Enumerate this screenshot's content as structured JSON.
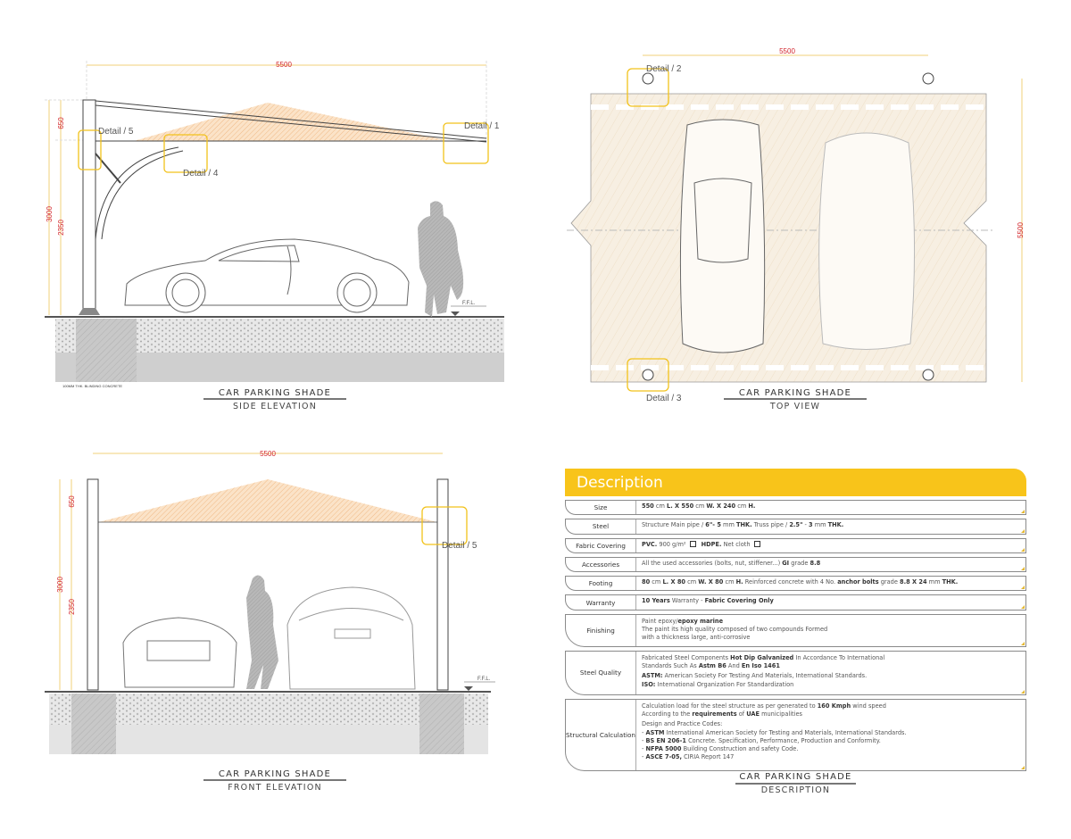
{
  "side_elevation": {
    "title": "CAR PARKING SHADE",
    "subtitle": "SIDE ELEVATION",
    "dims": {
      "width": "5500",
      "total_height": "3000",
      "upper": "650",
      "lower": "2350"
    },
    "details": [
      "Detail / 5",
      "Detail / 4",
      "Detail / 1"
    ],
    "ffl": "F.F.L.",
    "note": "100MM THK. BLINDING CONCRETE"
  },
  "top_view": {
    "title": "CAR PARKING SHADE",
    "subtitle": "TOP VIEW",
    "dims": {
      "width": "5500",
      "depth": "5500"
    },
    "details": [
      "Detail / 2",
      "Detail / 3"
    ]
  },
  "front_elevation": {
    "title": "CAR PARKING SHADE",
    "subtitle": "FRONT ELEVATION",
    "dims": {
      "width": "5500",
      "total_height": "3000",
      "upper": "650",
      "lower": "2350"
    },
    "detail": "Detail / 5",
    "ffl": "F.F.L."
  },
  "description": {
    "header": "Description",
    "title": "CAR PARKING SHADE",
    "subtitle": "DESCRIPTION",
    "accent_color": "#f8c41a",
    "rows": [
      {
        "label": "Size",
        "paras": [
          [
            {
              "t": "550",
              "b": true
            },
            {
              "t": " cm  "
            },
            {
              "t": "L. X 550",
              "b": true
            },
            {
              "t": " cm  "
            },
            {
              "t": "W. X 240",
              "b": true
            },
            {
              "t": " cm "
            },
            {
              "t": "H.",
              "b": true
            }
          ]
        ]
      },
      {
        "label": "Steel",
        "paras": [
          [
            {
              "t": "Structure Main pipe / "
            },
            {
              "t": "6\"- 5",
              "b": true
            },
            {
              "t": " mm "
            },
            {
              "t": "THK.",
              "b": true
            },
            {
              "t": "   Truss pipe / "
            },
            {
              "t": "2.5\"",
              "b": true
            },
            {
              "t": " - "
            },
            {
              "t": "3",
              "b": true
            },
            {
              "t": " mm "
            },
            {
              "t": "THK.",
              "b": true
            }
          ]
        ]
      },
      {
        "label": "Fabric Covering",
        "paras": [
          [
            {
              "t": "PVC.",
              "b": true
            },
            {
              "t": " 900 g/m²"
            },
            {
              "box": true
            },
            {
              "t": "     "
            },
            {
              "t": "HDPE.",
              "b": true
            },
            {
              "t": " Net cloth"
            },
            {
              "box": true
            }
          ]
        ]
      },
      {
        "label": "Accessories",
        "paras": [
          [
            {
              "t": "All the used accessories (bolts, nut, stiffener...) "
            },
            {
              "t": "GI",
              "b": true
            },
            {
              "t": " grade "
            },
            {
              "t": "8.8",
              "b": true
            }
          ]
        ]
      },
      {
        "label": "Footing",
        "paras": [
          [
            {
              "t": "80",
              "b": true
            },
            {
              "t": " cm "
            },
            {
              "t": "L. X 80",
              "b": true
            },
            {
              "t": " cm "
            },
            {
              "t": "W. X 80",
              "b": true
            },
            {
              "t": " cm "
            },
            {
              "t": "H.",
              "b": true
            },
            {
              "t": "  Reinforced concrete with 4 No. "
            },
            {
              "t": "anchor bolts",
              "b": true
            },
            {
              "t": " grade "
            },
            {
              "t": "8.8 X 24",
              "b": true
            },
            {
              "t": " mm "
            },
            {
              "t": "THK.",
              "b": true
            }
          ]
        ]
      },
      {
        "label": "Warranty",
        "paras": [
          [
            {
              "t": "10 Years",
              "b": true
            },
            {
              "t": " Warranty - "
            },
            {
              "t": "Fabric Covering Only",
              "b": true
            }
          ]
        ]
      },
      {
        "label": "Finishing",
        "paras": [
          [
            {
              "t": "Paint epoxy/"
            },
            {
              "t": "epoxy marine",
              "b": true
            },
            {
              "br": true
            },
            {
              "t": "The paint its high quality composed of two compounds Formed"
            },
            {
              "br": true
            },
            {
              "t": "with a thickness large, anti-corrosive"
            }
          ]
        ]
      },
      {
        "label": "Steel Quality",
        "paras": [
          [
            {
              "t": "Fabricated Steel Components "
            },
            {
              "t": "Hot Dip Galvanized",
              "b": true
            },
            {
              "t": " In Accordance To International"
            },
            {
              "br": true
            },
            {
              "t": "Standards Such As "
            },
            {
              "t": "Astm B6",
              "b": true
            },
            {
              "t": " And "
            },
            {
              "t": "En Iso 1461",
              "b": true
            }
          ],
          [
            {
              "t": "ASTM:",
              "b": true
            },
            {
              "t": " American Society For Testing And Materials, International Standards."
            },
            {
              "br": true
            },
            {
              "t": "ISO:",
              "b": true
            },
            {
              "t": " International Organization For Standardization"
            }
          ]
        ]
      },
      {
        "label": "Structural Calculation",
        "paras": [
          [
            {
              "t": "Calculation load for the steel structure as per generated to "
            },
            {
              "t": "160 Kmph",
              "b": true
            },
            {
              "t": " wind speed"
            },
            {
              "br": true
            },
            {
              "t": "According to the "
            },
            {
              "t": "requirements",
              "b": true
            },
            {
              "t": " of "
            },
            {
              "t": "UAE",
              "b": true
            },
            {
              "t": " municipalities"
            }
          ],
          [
            {
              "t": "Design and Practice Codes:"
            },
            {
              "br": true
            },
            {
              "t": "- "
            },
            {
              "t": "ASTM",
              "b": true
            },
            {
              "t": " International American Society for Testing and Materials, International Standards."
            },
            {
              "br": true
            },
            {
              "t": "- "
            },
            {
              "t": "BS EN 206-1",
              "b": true
            },
            {
              "t": " Concrete. Specification, Performance, Production and Conformity."
            },
            {
              "br": true
            },
            {
              "t": "- "
            },
            {
              "t": "NFPA 5000",
              "b": true
            },
            {
              "t": " Building Construction and safety Code."
            },
            {
              "br": true
            },
            {
              "t": "- "
            },
            {
              "t": "ASCE 7-05,",
              "b": true
            },
            {
              "t": "        CIRIA Report 147"
            }
          ]
        ]
      }
    ]
  }
}
